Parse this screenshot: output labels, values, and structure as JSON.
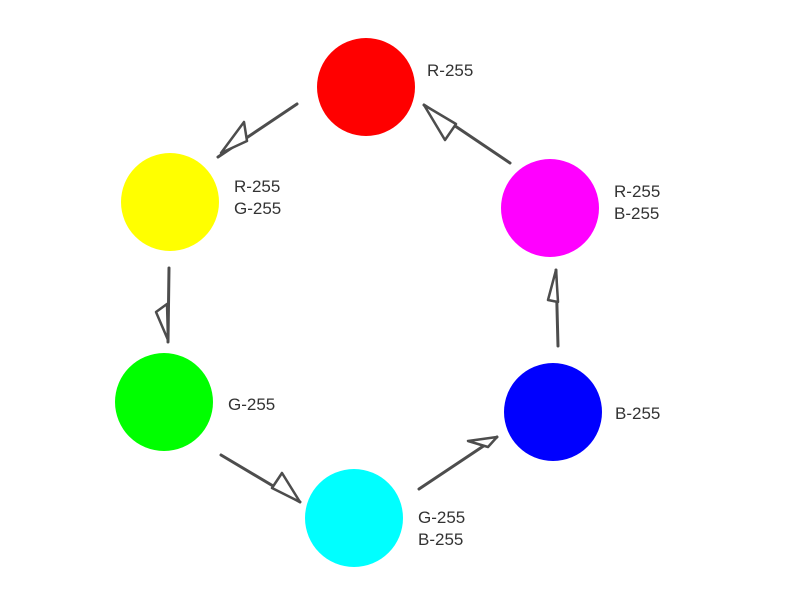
{
  "nodes": {
    "red": {
      "color": "#ff0000",
      "label": [
        "R-255"
      ]
    },
    "yellow": {
      "color": "#ffff00",
      "label": [
        "R-255",
        "G-255"
      ]
    },
    "green": {
      "color": "#00ff00",
      "label": [
        "G-255"
      ]
    },
    "cyan": {
      "color": "#00ffff",
      "label": [
        "G-255",
        "B-255"
      ]
    },
    "blue": {
      "color": "#0000ff",
      "label": [
        "B-255"
      ]
    },
    "magenta": {
      "color": "#ff00ff",
      "label": [
        "R-255",
        "B-255"
      ]
    }
  },
  "arrow_color": "#4d4d4d",
  "edges": [
    {
      "from": "red",
      "to": "yellow"
    },
    {
      "from": "yellow",
      "to": "green"
    },
    {
      "from": "green",
      "to": "cyan"
    },
    {
      "from": "cyan",
      "to": "blue"
    },
    {
      "from": "blue",
      "to": "magenta"
    },
    {
      "from": "magenta",
      "to": "red"
    }
  ]
}
